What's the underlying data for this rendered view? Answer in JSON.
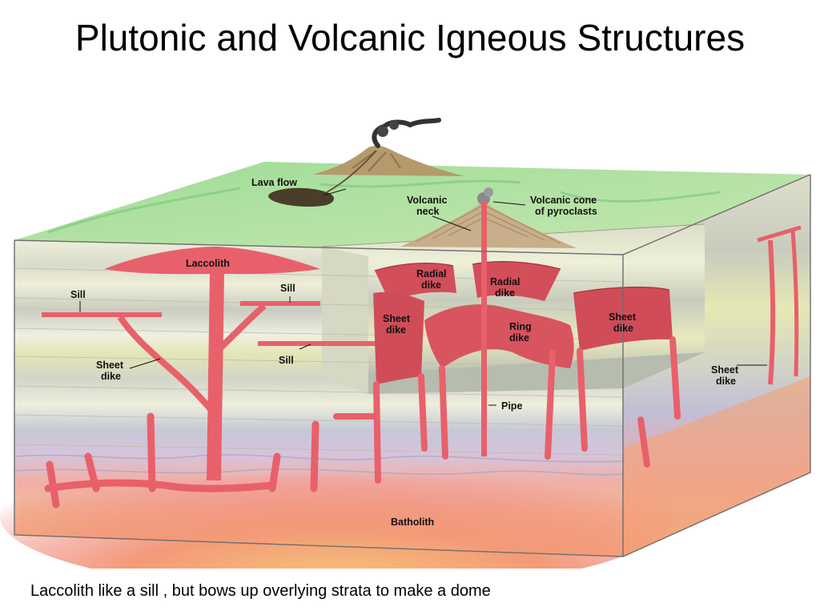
{
  "slide": {
    "title": "Plutonic and Volcanic Igneous Structures",
    "caption": "Laccolith like a sill , but bows up overlying strata to make a dome"
  },
  "diagram": {
    "labels": {
      "lava_flow": "Lava flow",
      "volcanic_neck_1": "Volcanic",
      "volcanic_neck_2": "neck",
      "volcanic_cone_1": "Volcanic cone",
      "volcanic_cone_2": "of pyroclasts",
      "laccolith": "Laccolith",
      "sill_left": "Sill",
      "sill_center": "Sill",
      "sill_lower": "Sill",
      "sheet_dike_left_1": "Sheet",
      "sheet_dike_left_2": "dike",
      "radial_dike_left_1": "Radial",
      "radial_dike_left_2": "dike",
      "radial_dike_right_1": "Radial",
      "radial_dike_right_2": "dike",
      "sheet_dike_center_1": "Sheet",
      "sheet_dike_center_2": "dike",
      "ring_dike_1": "Ring",
      "ring_dike_2": "dike",
      "sheet_dike_right_1": "Sheet",
      "sheet_dike_right_2": "dike",
      "sheet_dike_far_right_1": "Sheet",
      "sheet_dike_far_right_2": "dike",
      "pipe": "Pipe",
      "batholith": "Batholith"
    },
    "colors": {
      "magma": "#e8606a",
      "magma_dark": "#c8404c",
      "surface": "#a8dca0",
      "batholith_core": "#f5a060",
      "strata_light": "#eeeedc",
      "strata_yellow": "#e6e8b8",
      "strata_gray": "#c4c8c0",
      "strata_purple": "#c8c0d8"
    }
  }
}
